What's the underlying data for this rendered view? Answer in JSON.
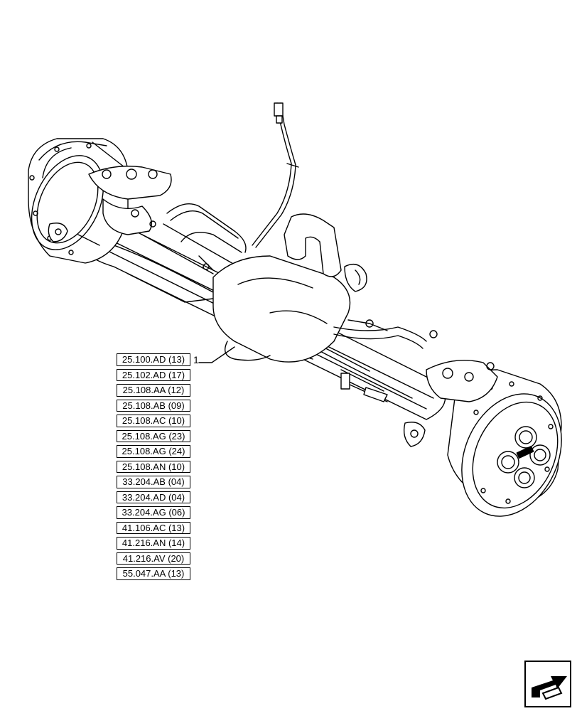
{
  "callout": {
    "label": "1"
  },
  "references": [
    "25.100.AD (13)",
    "25.102.AD (17)",
    "25.108.AA (12)",
    "25.108.AB (09)",
    "25.108.AC (10)",
    "25.108.AG (23)",
    "25.108.AG (24)",
    "25.108.AN (10)",
    "33.204.AB (04)",
    "33.204.AD (04)",
    "33.204.AG (06)",
    "41.106.AC (13)",
    "41.216.AN (14)",
    "41.216.AV (20)",
    "55.047.AA (13)"
  ],
  "nav_icon": "next-page-arrow-icon"
}
